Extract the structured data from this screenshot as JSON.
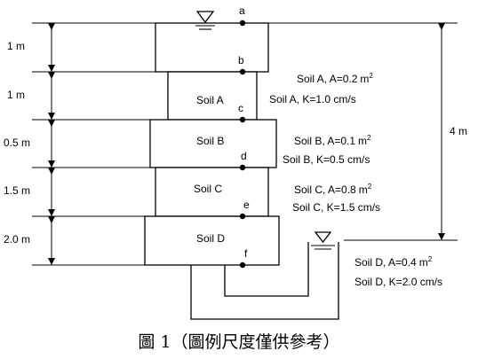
{
  "points": {
    "a": "a",
    "b": "b",
    "c": "c",
    "d": "d",
    "e": "e",
    "f": "f"
  },
  "dimensions": {
    "d1": "1 m",
    "d2": "1 m",
    "d3": "0.5 m",
    "d4": "1.5 m",
    "d5": "2.0 m",
    "total": "4 m"
  },
  "soils": {
    "a": {
      "name": "Soil A",
      "area": "Soil A, A=0.2",
      "k": "Soil A, K=1.0 cm/s"
    },
    "b": {
      "name": "Soil B",
      "area": "Soil B, A=0.1",
      "k": "Soil B, K=0.5 cm/s"
    },
    "c": {
      "name": "Soil C",
      "area": "Soil C, A=0.8",
      "k": "Soil C, K=1.5 cm/s"
    },
    "d": {
      "name": "Soil D",
      "area": "Soil D, A=0.4",
      "k": "Soil D, K=2.0 cm/s"
    }
  },
  "area_unit": "m",
  "area_exp": "2",
  "caption": "圖 1（圖例尺度僅供參考）"
}
